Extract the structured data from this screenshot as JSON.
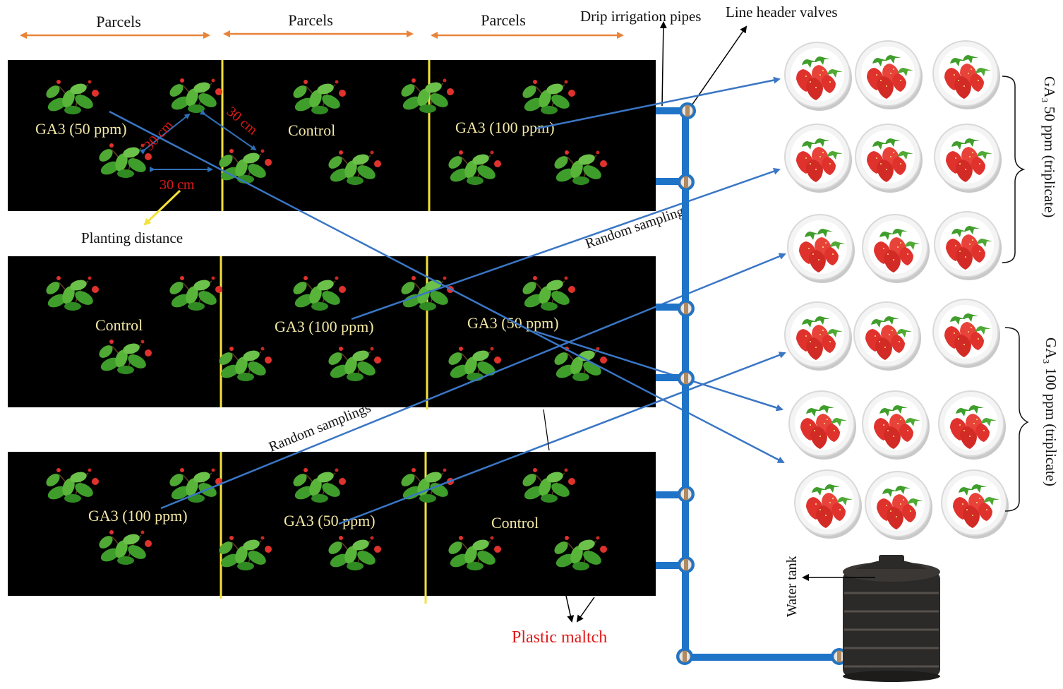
{
  "header": {
    "parcels": [
      "Parcels",
      "Parcels",
      "Parcels"
    ],
    "drip_pipes": "Drip irrigation  pipes",
    "valves": "Line header valves"
  },
  "rows": [
    {
      "labels": [
        "GA3 (50 ppm)",
        "Control",
        "GA3 (100 ppm)"
      ]
    },
    {
      "labels": [
        "Control",
        "GA3 (100 ppm)",
        "GA3 (50 ppm)"
      ]
    },
    {
      "labels": [
        "GA3 (100 ppm)",
        "GA3 (50 ppm)",
        "Control"
      ]
    }
  ],
  "distance": {
    "diag": "30 cm",
    "diag2": "30 cm",
    "horizontal": "30 cm",
    "planting": "Planting  distance"
  },
  "samplings": [
    "Random samplings",
    "Random samplings"
  ],
  "mulch": "Plastic maltch",
  "tank": "Water tank",
  "groups": [
    {
      "label": "GA₃ 50 ppm (triplicate)"
    },
    {
      "label": "GA₃ 100 ppm (triplicate)"
    }
  ],
  "colors": {
    "arrow_orange": "#e8843a",
    "pipe_blue": "#1f74c8",
    "line_blue": "#3a76c4",
    "divider_yellow": "#f2e23a",
    "label_yellow": "#f4e9a6",
    "red_text": "#e01818",
    "leaf_green": "#3f9e2b",
    "berry_red": "#e0322d"
  }
}
